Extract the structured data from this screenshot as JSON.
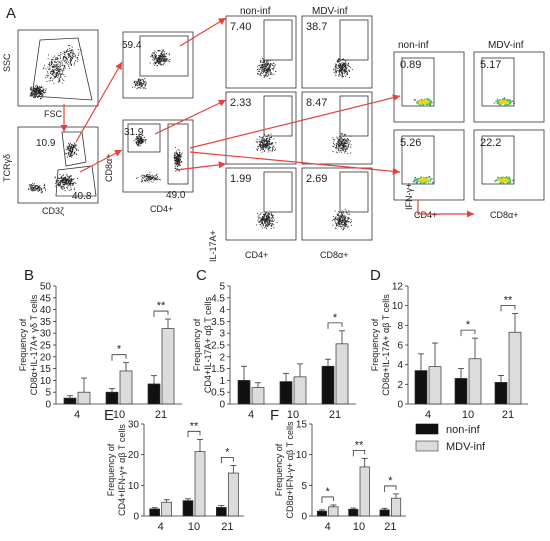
{
  "colors": {
    "non_inf": "#111111",
    "mdv_inf": "#dcdcdc",
    "arrow": "#e8413c",
    "gate": "#222222"
  },
  "panel_a": {
    "letter": "A",
    "ssc_fsc": {
      "ylabel": "SSC",
      "xlabel": "FSC"
    },
    "tcr_cd3": {
      "ylabel": "TCRγδ",
      "xlabel": "CD3ζ",
      "gate_top": "10.9",
      "gate_bottom": "40.8"
    },
    "gd_gate": {
      "value": "59.4"
    },
    "ab_gate": {
      "ylabel": "CD8α+",
      "xlabel": "CD4+",
      "cd8": "31.9",
      "cd4": "49.0"
    },
    "il17": {
      "col_headers": [
        "non-inf",
        "MDV-inf"
      ],
      "values": [
        [
          "7.40",
          "38.7"
        ],
        [
          "2.33",
          "8.47"
        ],
        [
          "1.99",
          "2.69"
        ]
      ],
      "ylabel": "IL-17A+",
      "xlabels": [
        "CD4+",
        "CD8α+"
      ]
    },
    "ifn": {
      "col_headers": [
        "non-inf",
        "MDV-inf"
      ],
      "values": [
        [
          "0.89",
          "5.17"
        ],
        [
          "5.26",
          "22.2"
        ]
      ],
      "ylabel": "IFN-γ+",
      "xlabels": [
        "CD4+",
        "CD8α+"
      ]
    }
  },
  "legend": {
    "items": [
      {
        "label": "non-inf",
        "color": "#111111"
      },
      {
        "label": "MDV-inf",
        "color": "#dcdcdc"
      }
    ]
  },
  "chart_data": [
    {
      "letter": "B",
      "type": "bar",
      "ylabel": "Frequency of\nCD8α+IL-17A+ γδ T cells",
      "categories": [
        "4",
        "10",
        "21"
      ],
      "ylim": [
        0,
        50
      ],
      "yticks": [
        0,
        5,
        10,
        15,
        20,
        25,
        30,
        35,
        40,
        45,
        50
      ],
      "series": [
        {
          "name": "non-inf",
          "values": [
            2.5,
            5,
            8.5
          ],
          "err": [
            1,
            1.5,
            3.5
          ]
        },
        {
          "name": "MDV-inf",
          "values": [
            5,
            14,
            32
          ],
          "err": [
            6,
            3.5,
            4
          ]
        }
      ],
      "sig": [
        {
          "cat": 1,
          "label": "*"
        },
        {
          "cat": 2,
          "label": "**"
        }
      ]
    },
    {
      "letter": "C",
      "type": "bar",
      "ylabel": "Frequency of\nCD4+IL-17A+ αβ T cells",
      "categories": [
        "4",
        "10",
        "21"
      ],
      "ylim": [
        0,
        5
      ],
      "yticks": [
        0,
        0.5,
        1,
        1.5,
        2,
        2.5,
        3,
        3.5,
        4,
        4.5,
        5
      ],
      "series": [
        {
          "name": "non-inf",
          "values": [
            1.0,
            0.95,
            1.6
          ],
          "err": [
            0.6,
            0.35,
            0.3
          ]
        },
        {
          "name": "MDV-inf",
          "values": [
            0.7,
            1.15,
            2.55
          ],
          "err": [
            0.2,
            0.55,
            0.55
          ]
        }
      ],
      "sig": [
        {
          "cat": 2,
          "label": "*"
        }
      ]
    },
    {
      "letter": "D",
      "type": "bar",
      "ylabel": "Frequency of\nCD8α+IL-17A+ αβ T cells",
      "categories": [
        "4",
        "10",
        "21"
      ],
      "ylim": [
        0,
        12
      ],
      "yticks": [
        0,
        2,
        4,
        6,
        8,
        10,
        12
      ],
      "series": [
        {
          "name": "non-inf",
          "values": [
            3.4,
            2.6,
            2.2
          ],
          "err": [
            1.7,
            1.0,
            0.7
          ]
        },
        {
          "name": "MDV-inf",
          "values": [
            3.8,
            4.6,
            7.3
          ],
          "err": [
            2.4,
            2.1,
            1.9
          ]
        }
      ],
      "sig": [
        {
          "cat": 1,
          "label": "*"
        },
        {
          "cat": 2,
          "label": "**"
        }
      ]
    },
    {
      "letter": "E",
      "type": "bar",
      "ylabel": "Frequency of\nCD4+IFN-γ+ αβ T cells",
      "categories": [
        "4",
        "10",
        "21"
      ],
      "ylim": [
        0,
        30
      ],
      "yticks": [
        0,
        10,
        20,
        30
      ],
      "series": [
        {
          "name": "non-inf",
          "values": [
            2.3,
            5.0,
            2.8
          ],
          "err": [
            0.4,
            0.6,
            0.6
          ]
        },
        {
          "name": "MDV-inf",
          "values": [
            4.5,
            21,
            14
          ],
          "err": [
            0.8,
            4,
            2.5
          ]
        }
      ],
      "sig": [
        {
          "cat": 1,
          "label": "**"
        },
        {
          "cat": 2,
          "label": "*"
        }
      ]
    },
    {
      "letter": "F",
      "type": "bar",
      "ylabel": "Frequency of\nCD8α+IFN-γ+ αβ T cells",
      "categories": [
        "4",
        "10",
        "21"
      ],
      "ylim": [
        0,
        15
      ],
      "yticks": [
        0,
        5,
        10,
        15
      ],
      "series": [
        {
          "name": "non-inf",
          "values": [
            0.8,
            1.1,
            1.0
          ],
          "err": [
            0.2,
            0.2,
            0.25
          ]
        },
        {
          "name": "MDV-inf",
          "values": [
            1.5,
            8.0,
            2.9
          ],
          "err": [
            0.3,
            1.4,
            0.7
          ]
        }
      ],
      "sig": [
        {
          "cat": 0,
          "label": "*"
        },
        {
          "cat": 1,
          "label": "**"
        },
        {
          "cat": 2,
          "label": "*"
        }
      ]
    }
  ]
}
